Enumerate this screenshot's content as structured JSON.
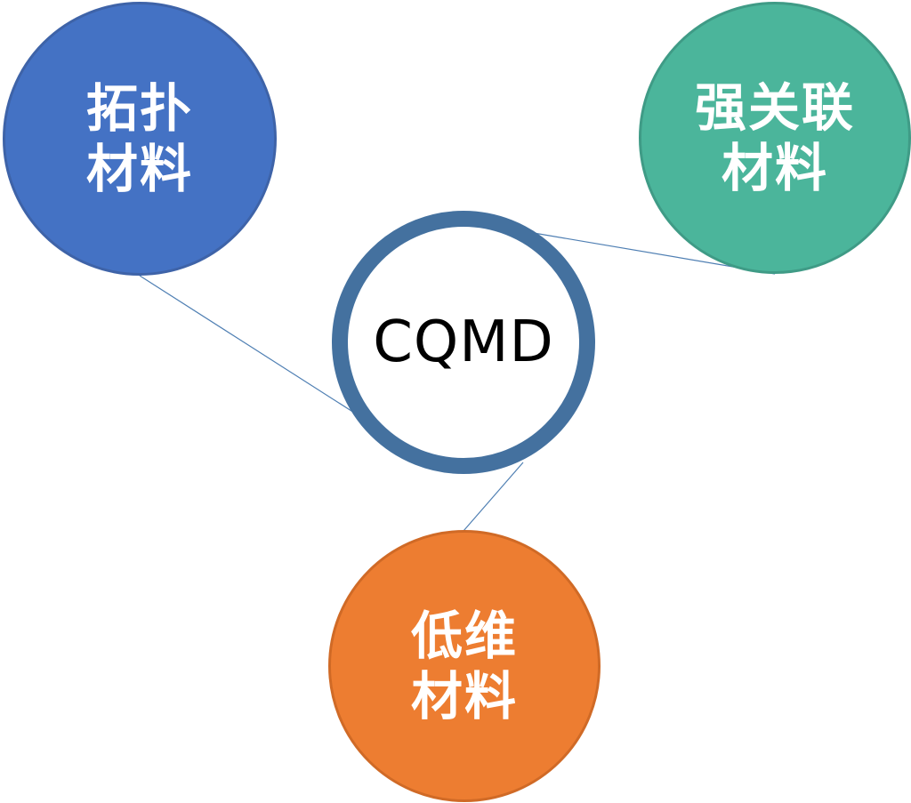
{
  "diagram": {
    "center": {
      "label": "CQMD",
      "ring_color": "#44719f"
    },
    "nodes": [
      {
        "id": "topology",
        "lines": [
          "拓扑",
          "材料"
        ],
        "color": "#4472c4"
      },
      {
        "id": "correlated",
        "lines": [
          "强关联",
          "材料"
        ],
        "color": "#4bb59b"
      },
      {
        "id": "lowdim",
        "lines": [
          "低维",
          "材料"
        ],
        "color": "#ed7d31"
      }
    ],
    "connector_color": "#4f7fb3"
  }
}
